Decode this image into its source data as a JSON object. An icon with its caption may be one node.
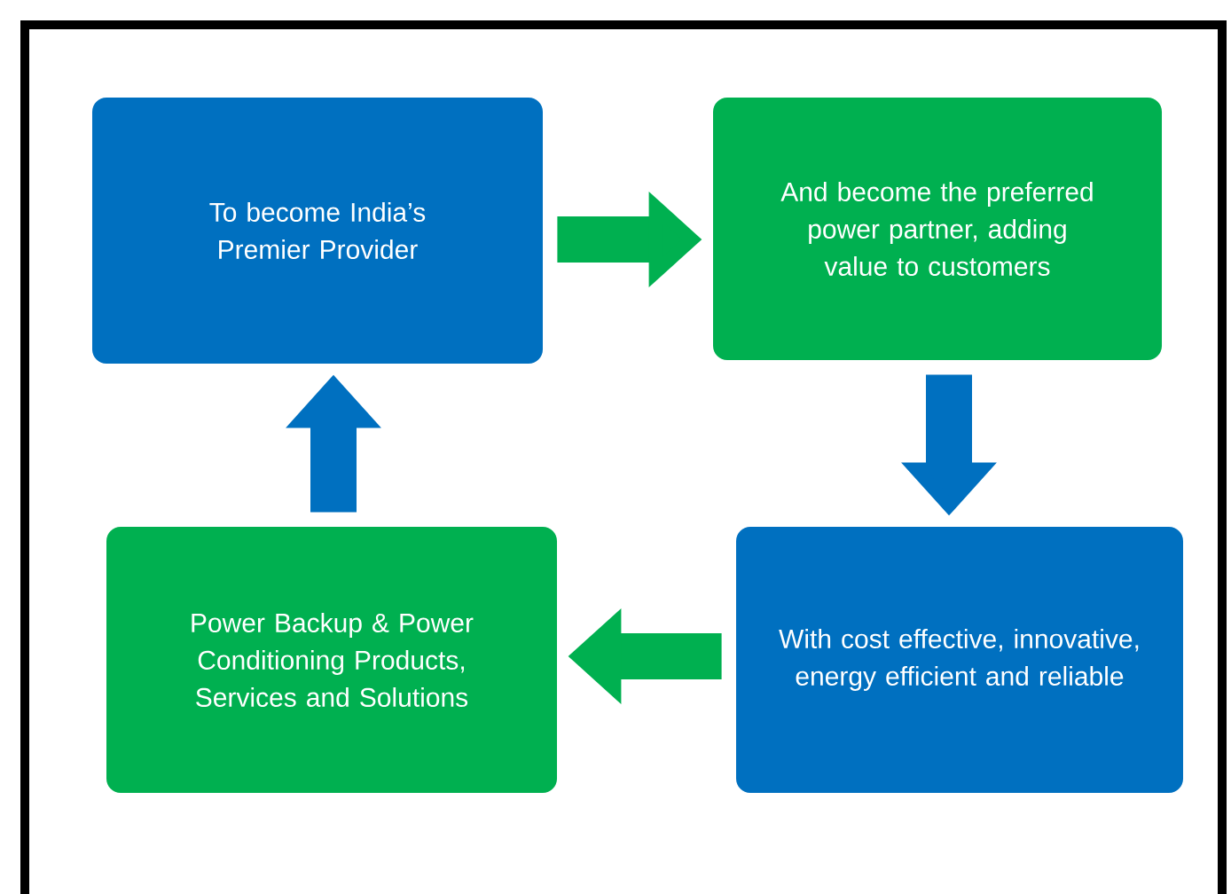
{
  "diagram": {
    "nodes": [
      {
        "text": [
          "To become India’s Premier Provider"
        ]
      },
      {
        "text": [
          "And become the preferred power partner, adding value to customers"
        ]
      },
      {
        "text": [
          "With cost effective, innovative, energy efficient and reliable"
        ]
      },
      {
        "text": [
          "Power Backup & Power Conditioning Products, Services and Solutions"
        ]
      }
    ],
    "edges": [
      {
        "from": 0,
        "to": 1,
        "arrow": "to",
        "color": "#00b050"
      },
      {
        "from": 1,
        "to": 2,
        "arrow": "to",
        "color": "#0070c0"
      },
      {
        "from": 2,
        "to": 3,
        "arrow": "to",
        "color": "#00b050"
      },
      {
        "from": 3,
        "to": 0,
        "arrow": "to",
        "color": "#0070c0"
      }
    ]
  }
}
